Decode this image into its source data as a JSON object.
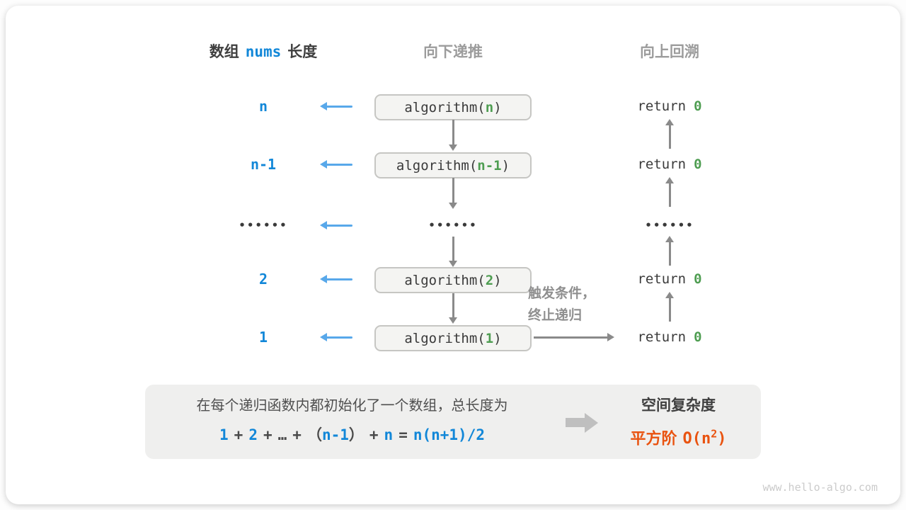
{
  "header": {
    "array_label_prefix": "数组",
    "array_code": "nums",
    "array_label_suffix": "长度",
    "recurse_down": "向下递推",
    "backtrack_up": "向上回溯"
  },
  "call": {
    "prefix": "algorithm(",
    "suffix": ")"
  },
  "rows": [
    {
      "length": "n",
      "arg": "n",
      "return_keyword": "return",
      "return_value": "0"
    },
    {
      "length": "n-1",
      "arg": "n-1",
      "return_keyword": "return",
      "return_value": "0"
    },
    {
      "ellipsis": "••••••"
    },
    {
      "length": "2",
      "arg": "2",
      "return_keyword": "return",
      "return_value": "0"
    },
    {
      "length": "1",
      "arg": "1",
      "return_keyword": "return",
      "return_value": "0"
    }
  ],
  "annotation": {
    "line1": "触发条件，",
    "line2": "终止递归"
  },
  "summary": {
    "line1": "在每个递归函数内都初始化了一个数组，总长度为",
    "formula": [
      {
        "t": "1"
      },
      {
        "t": "+"
      },
      {
        "t": "2"
      },
      {
        "t": "+"
      },
      {
        "t": "…"
      },
      {
        "t": "+"
      },
      {
        "t": "（"
      },
      {
        "t": "n-1"
      },
      {
        "t": "）"
      },
      {
        "t": "+"
      },
      {
        "t": "n"
      },
      {
        "t": "="
      },
      {
        "t": "n(n+1)/2"
      }
    ]
  },
  "complexity": {
    "title": "空间复杂度",
    "order_name": "平方阶",
    "big_o_prefix": "O(n",
    "exponent": "2",
    "big_o_suffix": ")"
  },
  "watermark": "www.hello-algo.com",
  "colors": {
    "blue_text": "#1287d8",
    "blue_arrow": "#58a8ea",
    "green_value": "#4e9d51",
    "gray_arrow": "#8a8a8a",
    "orange_complexity": "#e95310",
    "panel_bg": "#efefee",
    "box_bg": "#f4f4f2"
  }
}
